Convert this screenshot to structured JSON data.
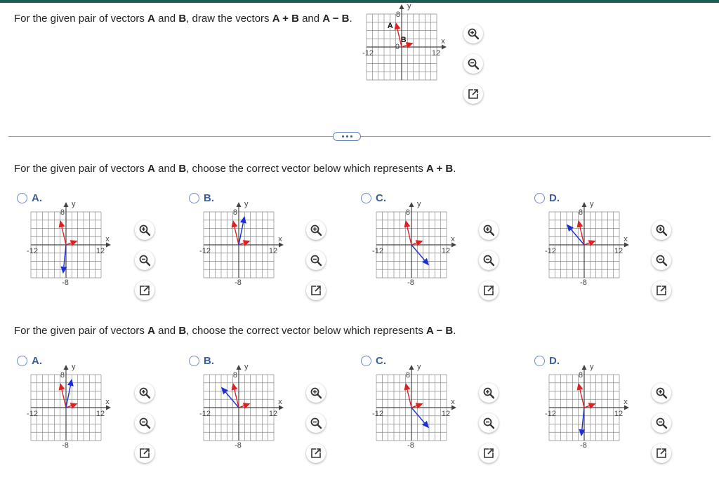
{
  "problem": {
    "prefix": "For the given pair of vectors ",
    "a": "A",
    "and": " and ",
    "b": "B",
    "mid": ", draw the vectors ",
    "sum": "A + B",
    "and2": " and ",
    "diff": "A − B",
    "end": "."
  },
  "graph_labels": {
    "x": "x",
    "y": "y",
    "xmin": "-12",
    "xmax": "12",
    "ymax": "8",
    "ymin": "-8",
    "vector_a": "A",
    "vector_b": "B"
  },
  "question1": {
    "prefix": "For the given pair of vectors ",
    "a": "A",
    "and": " and ",
    "b": "B",
    "mid": ", choose the correct vector below which represents ",
    "target": "A + B",
    "end": "."
  },
  "question2": {
    "prefix": "For the given pair of vectors ",
    "a": "A",
    "and": " and ",
    "b": "B",
    "mid": ", choose the correct vector below which represents ",
    "target": "A − B",
    "end": "."
  },
  "options": [
    "A.",
    "B.",
    "C.",
    "D."
  ],
  "colors": {
    "vector_a": "#e02020",
    "vector_b": "#e02020",
    "result": "#1a2fd6",
    "grid": "#8a8a8a",
    "accent": "#1c5b52"
  },
  "icons": [
    "zoom-in-icon",
    "zoom-out-icon",
    "popout-icon"
  ],
  "chart_data": [
    {
      "type": "vector-plot",
      "name": "given",
      "xlim": [
        -12,
        12
      ],
      "ylim": [
        -8,
        8
      ],
      "vectors": [
        {
          "label": "A",
          "from": [
            0,
            0
          ],
          "to": [
            -2,
            6
          ]
        },
        {
          "label": "B",
          "from": [
            0,
            0
          ],
          "to": [
            4,
            1
          ]
        }
      ]
    },
    {
      "type": "vector-plot",
      "name": "sum-option-A",
      "xlim": [
        -12,
        12
      ],
      "ylim": [
        -8,
        8
      ],
      "vectors": [
        {
          "from": [
            0,
            0
          ],
          "to": [
            -2,
            6
          ]
        },
        {
          "from": [
            0,
            0
          ],
          "to": [
            4,
            1
          ]
        }
      ],
      "result": {
        "from": [
          0,
          0
        ],
        "to": [
          -1,
          -7
        ]
      }
    },
    {
      "type": "vector-plot",
      "name": "sum-option-B",
      "xlim": [
        -12,
        12
      ],
      "ylim": [
        -8,
        8
      ],
      "vectors": [
        {
          "from": [
            0,
            0
          ],
          "to": [
            -2,
            6
          ]
        },
        {
          "from": [
            0,
            0
          ],
          "to": [
            4,
            1
          ]
        }
      ],
      "result": {
        "from": [
          0,
          0
        ],
        "to": [
          2,
          7
        ]
      }
    },
    {
      "type": "vector-plot",
      "name": "sum-option-C",
      "xlim": [
        -12,
        12
      ],
      "ylim": [
        -8,
        8
      ],
      "vectors": [
        {
          "from": [
            0,
            0
          ],
          "to": [
            -2,
            6
          ]
        },
        {
          "from": [
            0,
            0
          ],
          "to": [
            4,
            1
          ]
        }
      ],
      "result": {
        "from": [
          0,
          0
        ],
        "to": [
          6,
          -5
        ]
      }
    },
    {
      "type": "vector-plot",
      "name": "sum-option-D",
      "xlim": [
        -12,
        12
      ],
      "ylim": [
        -8,
        8
      ],
      "vectors": [
        {
          "from": [
            0,
            0
          ],
          "to": [
            -2,
            6
          ]
        },
        {
          "from": [
            0,
            0
          ],
          "to": [
            4,
            1
          ]
        }
      ],
      "result": {
        "from": [
          0,
          0
        ],
        "to": [
          -6,
          5
        ]
      }
    },
    {
      "type": "vector-plot",
      "name": "diff-option-A",
      "xlim": [
        -12,
        12
      ],
      "ylim": [
        -8,
        8
      ],
      "vectors": [
        {
          "from": [
            0,
            0
          ],
          "to": [
            -2,
            6
          ]
        },
        {
          "from": [
            0,
            0
          ],
          "to": [
            4,
            1
          ]
        }
      ],
      "result": {
        "from": [
          0,
          0
        ],
        "to": [
          2,
          7
        ]
      }
    },
    {
      "type": "vector-plot",
      "name": "diff-option-B",
      "xlim": [
        -12,
        12
      ],
      "ylim": [
        -8,
        8
      ],
      "vectors": [
        {
          "from": [
            0,
            0
          ],
          "to": [
            -2,
            6
          ]
        },
        {
          "from": [
            0,
            0
          ],
          "to": [
            4,
            1
          ]
        }
      ],
      "result": {
        "from": [
          0,
          0
        ],
        "to": [
          -6,
          5
        ]
      }
    },
    {
      "type": "vector-plot",
      "name": "diff-option-C",
      "xlim": [
        -12,
        12
      ],
      "ylim": [
        -8,
        8
      ],
      "vectors": [
        {
          "from": [
            0,
            0
          ],
          "to": [
            -2,
            6
          ]
        },
        {
          "from": [
            0,
            0
          ],
          "to": [
            4,
            1
          ]
        }
      ],
      "result": {
        "from": [
          0,
          0
        ],
        "to": [
          6,
          -5
        ]
      }
    },
    {
      "type": "vector-plot",
      "name": "diff-option-D",
      "xlim": [
        -12,
        12
      ],
      "ylim": [
        -8,
        8
      ],
      "vectors": [
        {
          "from": [
            0,
            0
          ],
          "to": [
            -2,
            6
          ]
        },
        {
          "from": [
            0,
            0
          ],
          "to": [
            4,
            1
          ]
        }
      ],
      "result": {
        "from": [
          0,
          0
        ],
        "to": [
          -1,
          -7
        ]
      }
    }
  ]
}
